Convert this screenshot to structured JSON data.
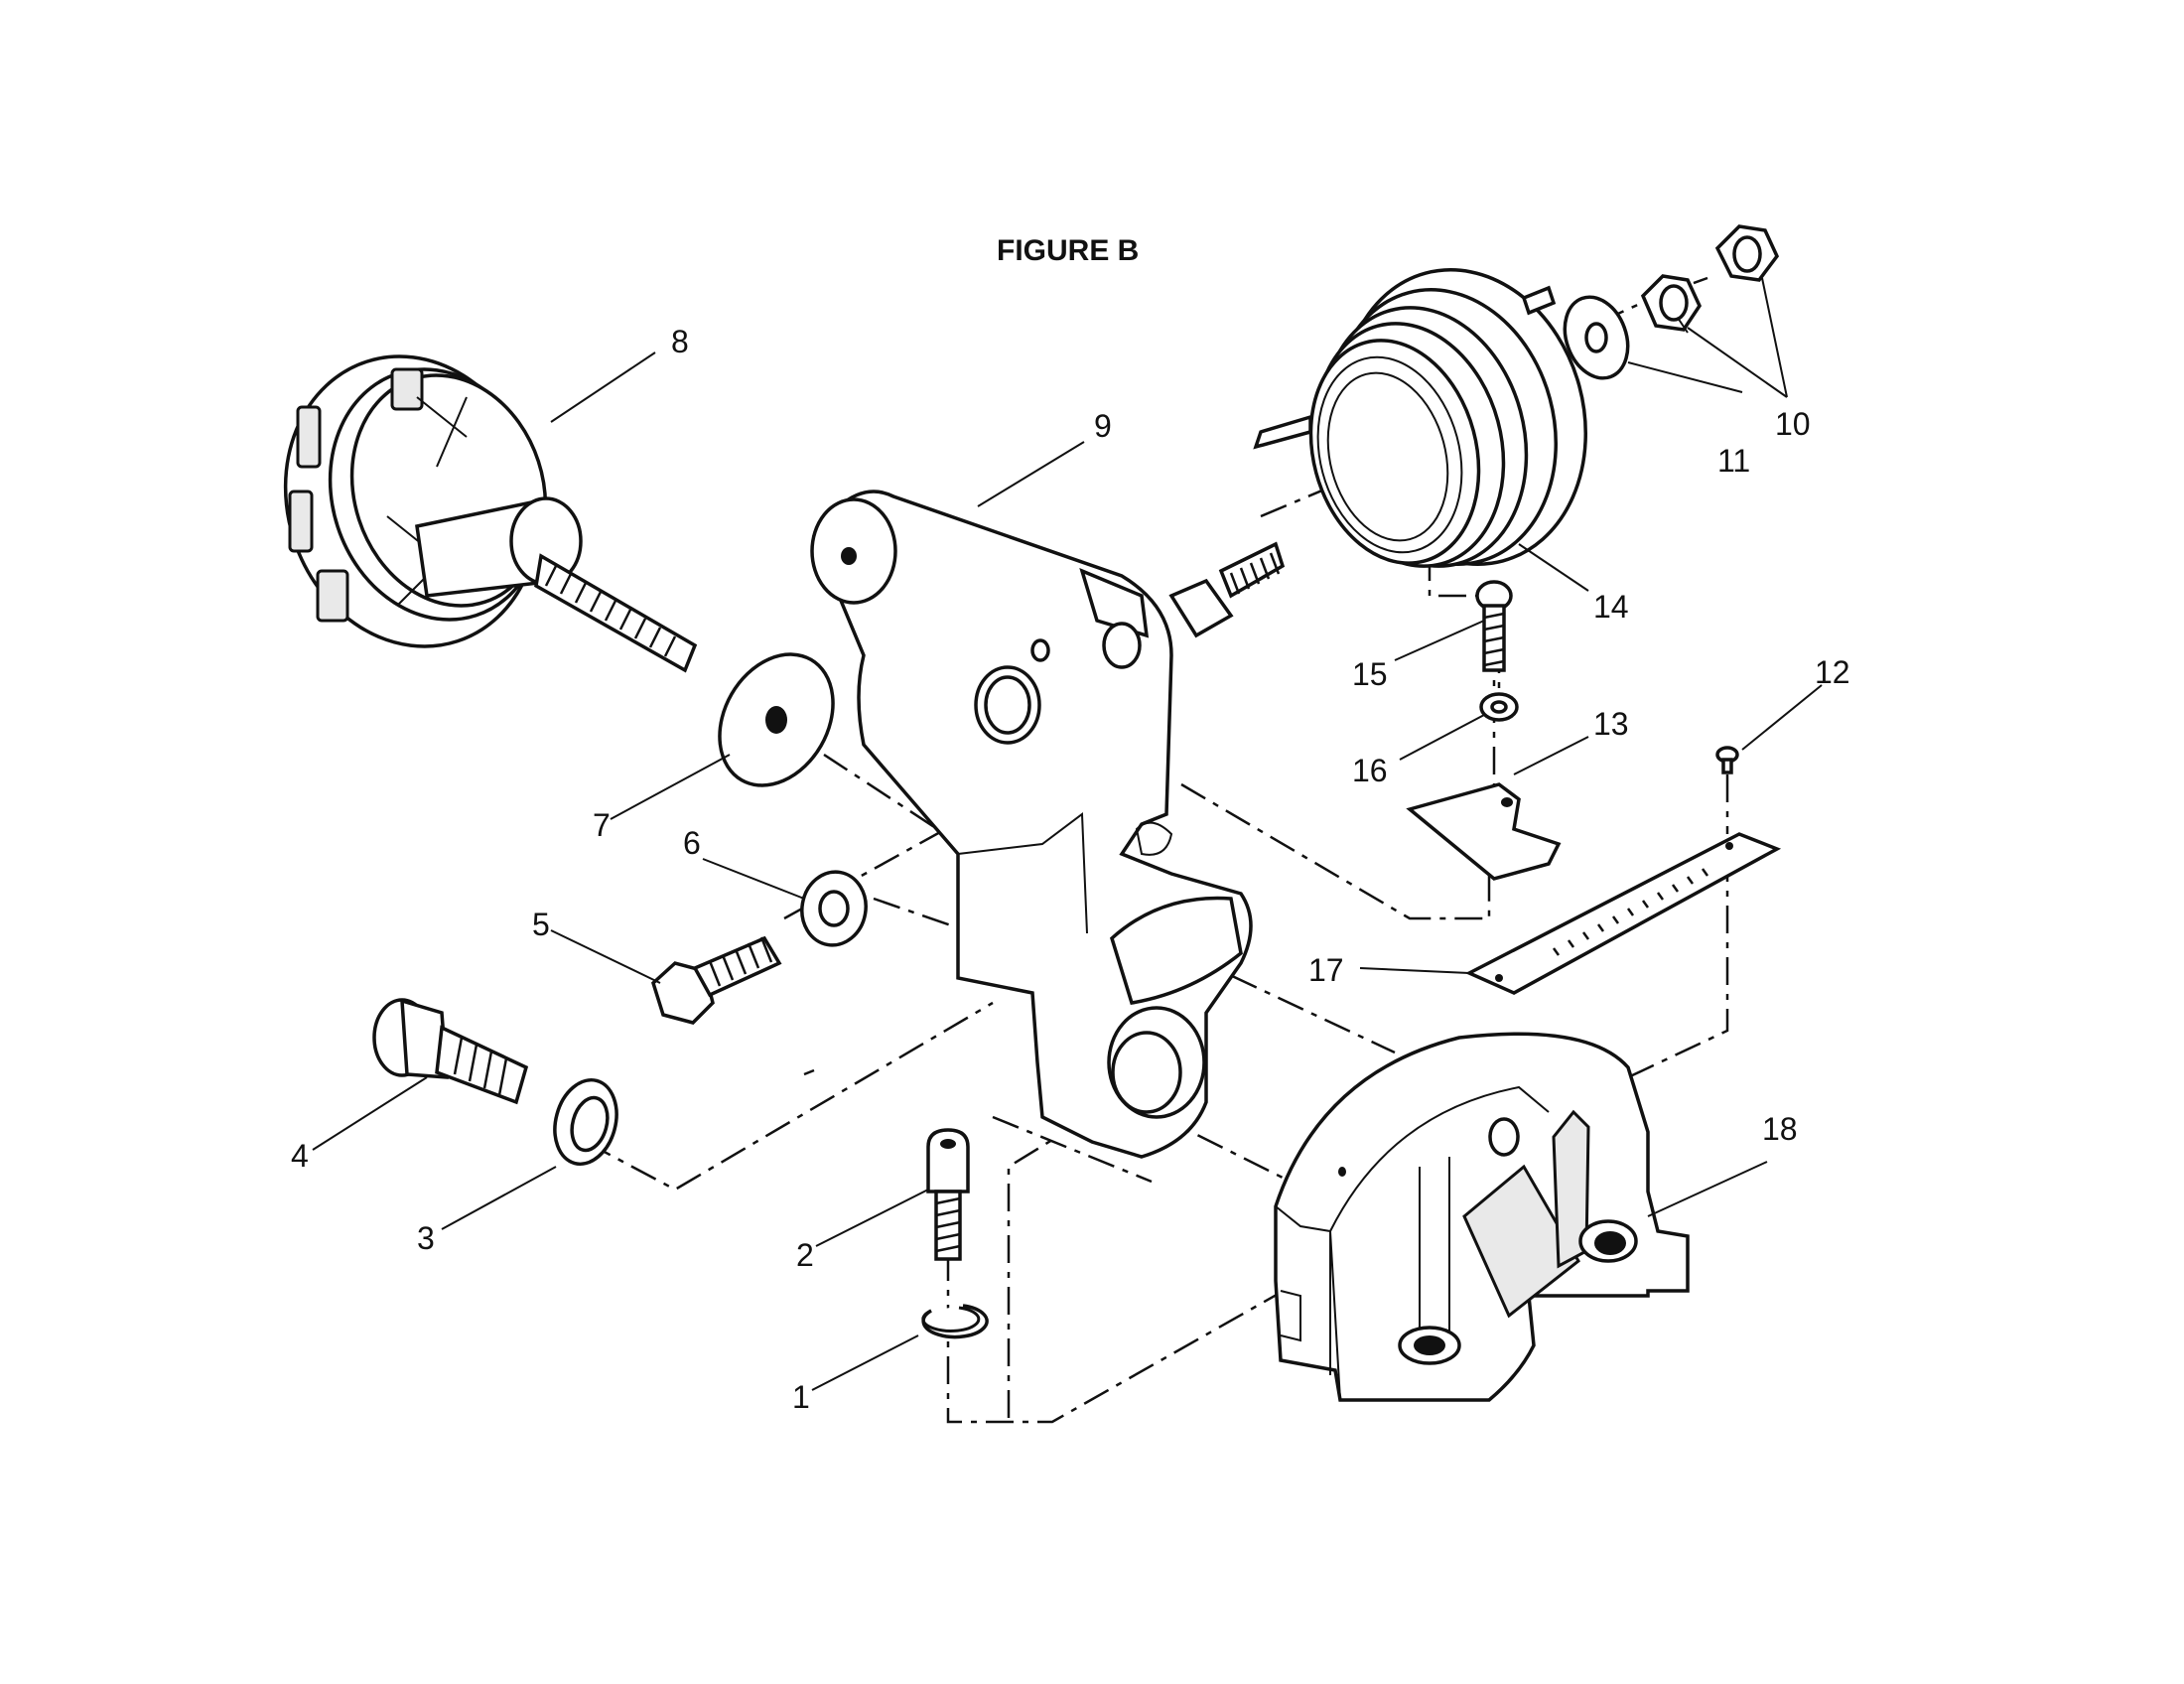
{
  "figure": {
    "title": "FIGURE B"
  },
  "callouts": [
    {
      "id": "1",
      "label": "1"
    },
    {
      "id": "2",
      "label": "2"
    },
    {
      "id": "3",
      "label": "3"
    },
    {
      "id": "4",
      "label": "4"
    },
    {
      "id": "5",
      "label": "5"
    },
    {
      "id": "6",
      "label": "6"
    },
    {
      "id": "7",
      "label": "7"
    },
    {
      "id": "8",
      "label": "8"
    },
    {
      "id": "9",
      "label": "9"
    },
    {
      "id": "10",
      "label": "10"
    },
    {
      "id": "11",
      "label": "11"
    },
    {
      "id": "12",
      "label": "12"
    },
    {
      "id": "13",
      "label": "13"
    },
    {
      "id": "14",
      "label": "14"
    },
    {
      "id": "15",
      "label": "15"
    },
    {
      "id": "16",
      "label": "16"
    },
    {
      "id": "17",
      "label": "17"
    },
    {
      "id": "18",
      "label": "18"
    }
  ]
}
